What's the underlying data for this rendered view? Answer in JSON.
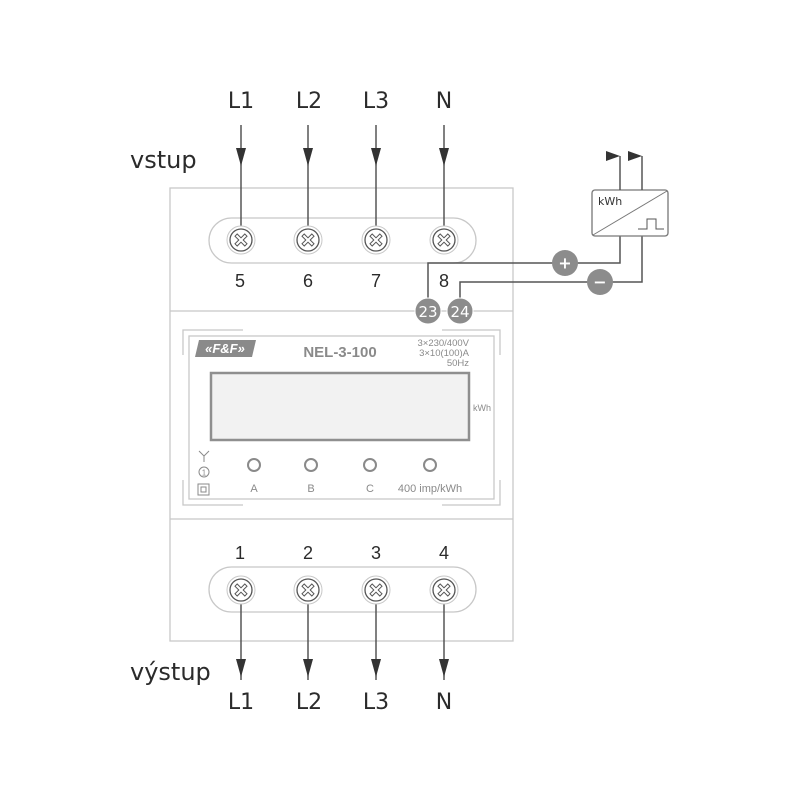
{
  "labels": {
    "input": "vstup",
    "output": "výstup"
  },
  "input_phases": [
    "L1",
    "L2",
    "L3",
    "N"
  ],
  "output_phases": [
    "L1",
    "L2",
    "L3",
    "N"
  ],
  "top_terminals": [
    "5",
    "6",
    "7",
    "8"
  ],
  "bottom_terminals": [
    "1",
    "2",
    "3",
    "4"
  ],
  "pulse_terminals": [
    "23",
    "24"
  ],
  "pulse_polarity": [
    "+",
    "−"
  ],
  "device": {
    "brand": "«F&F»",
    "model": "NEL-3-100",
    "specs": [
      "3×230/400V",
      "3×10(100)A",
      "50Hz"
    ],
    "display_unit": "kWh",
    "led_labels": [
      "A",
      "B",
      "C",
      "400 imp/kWh"
    ],
    "class_mark": "1"
  },
  "pulse_counter": {
    "label": "kWh"
  },
  "colors": {
    "wire": "#555555",
    "frame": "#c8c8c8",
    "badge": "#8c8c8c",
    "text": "#2b2b2b",
    "panel_text": "#8a8a8a"
  }
}
